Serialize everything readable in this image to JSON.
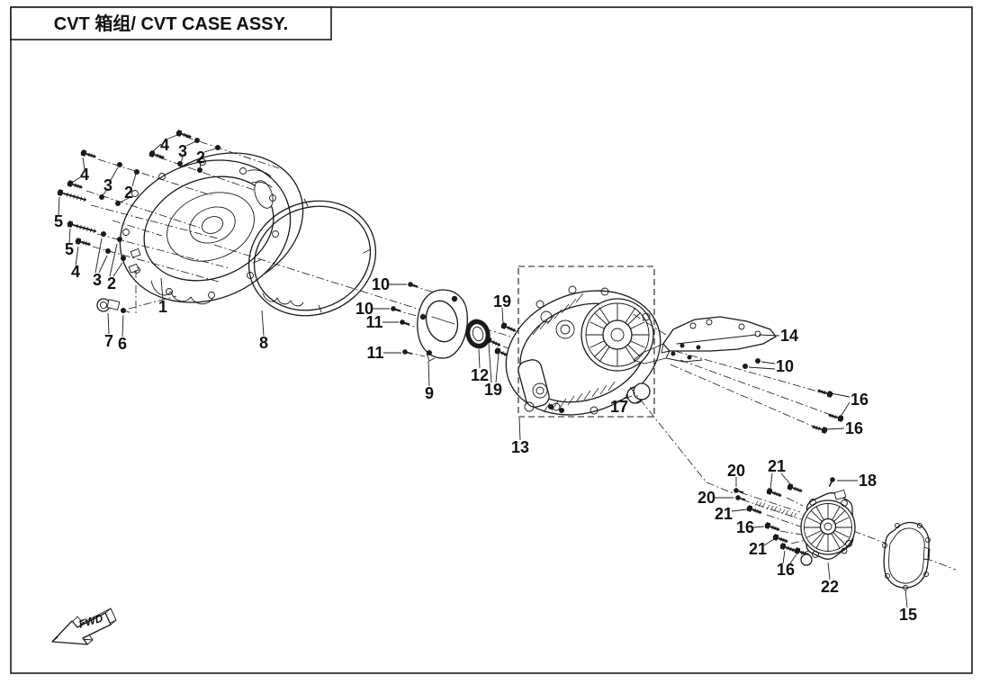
{
  "title": "CVT 箱组/ CVT CASE ASSY.",
  "fwd_label": "FWD",
  "callouts": [
    {
      "label": "4"
    },
    {
      "label": "3"
    },
    {
      "label": "2"
    },
    {
      "label": "4"
    },
    {
      "label": "3"
    },
    {
      "label": "2"
    },
    {
      "label": "5"
    },
    {
      "label": "5"
    },
    {
      "label": "4"
    },
    {
      "label": "3"
    },
    {
      "label": "2"
    },
    {
      "label": "1"
    },
    {
      "label": "7"
    },
    {
      "label": "6"
    },
    {
      "label": "8"
    },
    {
      "label": "10"
    },
    {
      "label": "10"
    },
    {
      "label": "11"
    },
    {
      "label": "11"
    },
    {
      "label": "9"
    },
    {
      "label": "12"
    },
    {
      "label": "19"
    },
    {
      "label": "19"
    },
    {
      "label": "13"
    },
    {
      "label": "17"
    },
    {
      "label": "14"
    },
    {
      "label": "10"
    },
    {
      "label": "16"
    },
    {
      "label": "16"
    },
    {
      "label": "18"
    },
    {
      "label": "20"
    },
    {
      "label": "21"
    },
    {
      "label": "20"
    },
    {
      "label": "21"
    },
    {
      "label": "16"
    },
    {
      "label": "21"
    },
    {
      "label": "16"
    },
    {
      "label": "22"
    },
    {
      "label": "15"
    }
  ]
}
